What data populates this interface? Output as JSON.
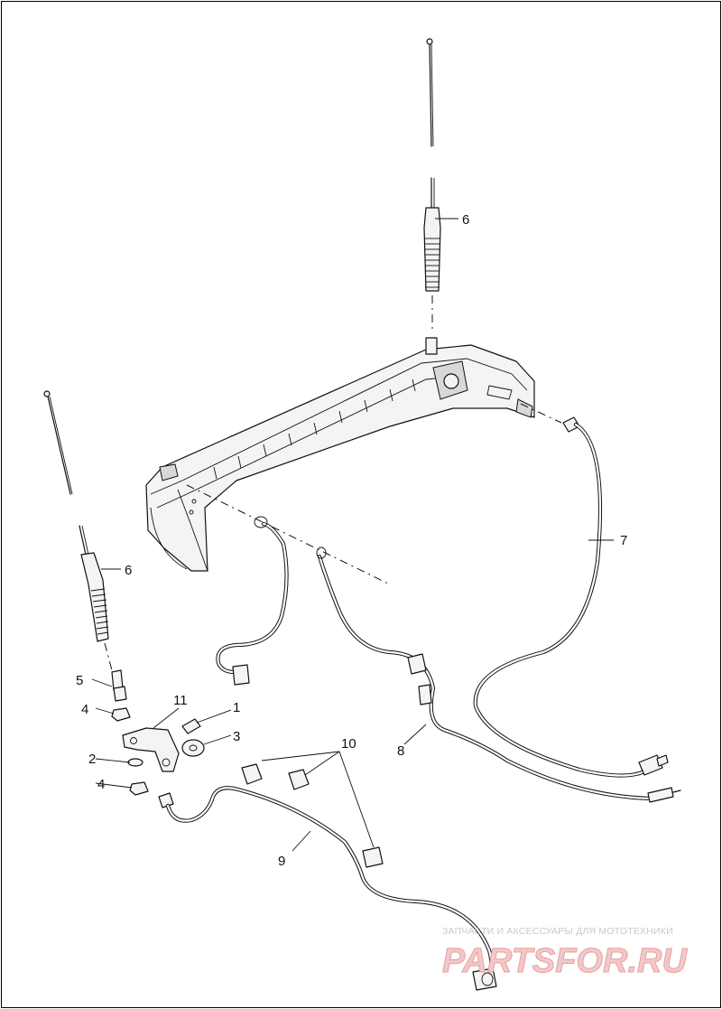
{
  "callouts": {
    "c1": "1",
    "c2": "2",
    "c3": "3",
    "c4a": "4",
    "c4b": "4",
    "c5": "5",
    "c6a": "6",
    "c6b": "6",
    "c7": "7",
    "c8": "8",
    "c9": "9",
    "c10": "10",
    "c11": "11"
  },
  "watermark": {
    "tagline": "ЗАПЧАСТИ И АКСЕССУАРЫ ДЛЯ МОТОТЕХНИКИ",
    "logo": "PARTSFOR.RU"
  },
  "colors": {
    "line": "#111111",
    "watermark_text": "#c9c9c9",
    "watermark_logo": "#f2c8c8"
  }
}
